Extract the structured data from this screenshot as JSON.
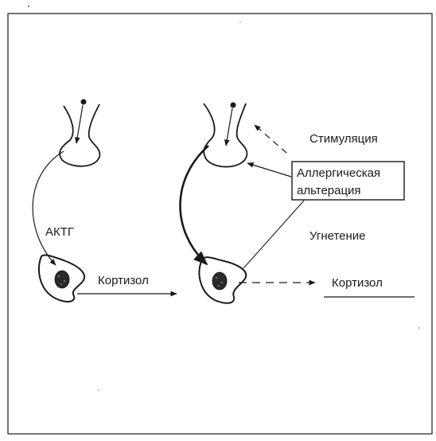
{
  "labels": {
    "acth": "АКТГ",
    "cortisol_left": "Кортизол",
    "cortisol_right": "Кортизол",
    "stimulation": "Стимуляция",
    "inhibition": "Угнетение",
    "allergic_line1": "Аллергическая",
    "allergic_line2": "альтерация"
  },
  "colors": {
    "ink": "#1a1a1a",
    "background": "#ffffff"
  }
}
